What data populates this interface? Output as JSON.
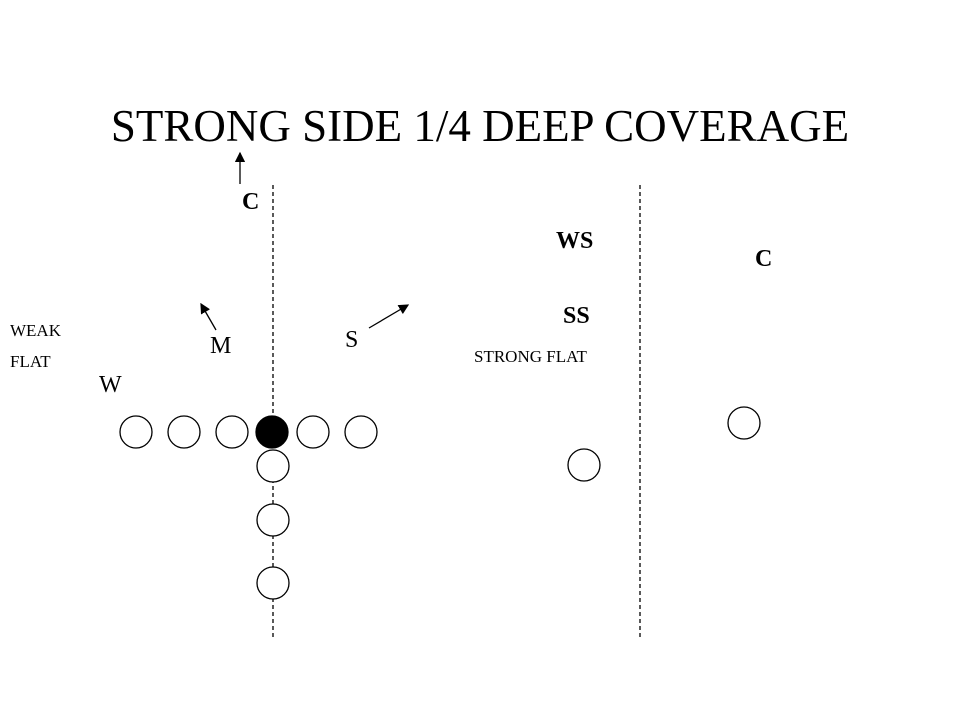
{
  "title": "STRONG SIDE 1/4 DEEP COVERAGE",
  "labels": {
    "corner_weak": "C",
    "weak_safety": "WS",
    "corner_strong": "C",
    "strong_safety": "SS",
    "strong_flat": "STRONG FLAT",
    "weak_flat_line1": "WEAK",
    "weak_flat_line2": "FLAT",
    "mike": "M",
    "sam": "S",
    "will": "W"
  },
  "colors": {
    "ink": "#000000",
    "background": "#ffffff"
  }
}
